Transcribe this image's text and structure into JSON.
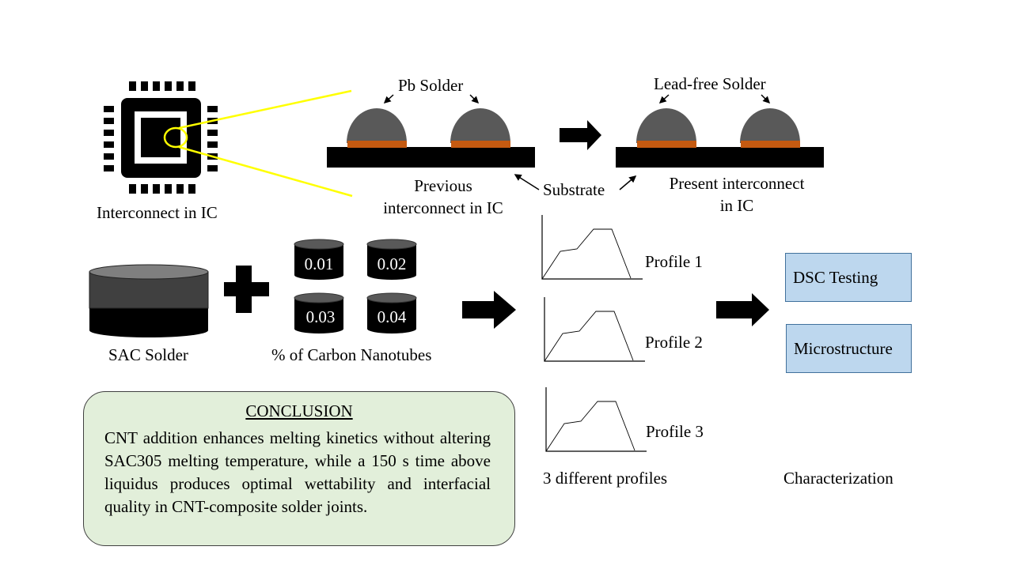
{
  "ic": {
    "label": "Interconnect in IC"
  },
  "previous": {
    "solder_label": "Pb Solder",
    "caption_line1": "Previous",
    "caption_line2": "interconnect in IC"
  },
  "present": {
    "solder_label": "Lead-free Solder",
    "caption_line1": "Present interconnect",
    "caption_line2": "in IC"
  },
  "substrate_label": "Substrate",
  "sac": {
    "label": "SAC Solder"
  },
  "cnt": {
    "label": "% of Carbon Nanotubes",
    "values": [
      "0.01",
      "0.02",
      "0.03",
      "0.04"
    ]
  },
  "profiles": {
    "items": [
      "Profile 1",
      "Profile 2",
      "Profile 3"
    ],
    "caption": "3 different profiles"
  },
  "characterization": {
    "items": [
      "DSC Testing",
      "Microstructure"
    ],
    "caption": "Characterization"
  },
  "conclusion": {
    "title": "CONCLUSION",
    "body": "CNT addition enhances melting kinetics without altering SAC305 melting temperature, while a 150 s time above liquidus produces optimal wettability and interfacial quality in CNT-composite solder joints."
  },
  "colors": {
    "solder_gray": "#595959",
    "pad_orange": "#c55a11",
    "zoom_yellow": "#ffff00",
    "char_box_fill": "#bdd7ee",
    "conclusion_fill": "#e2efda"
  }
}
